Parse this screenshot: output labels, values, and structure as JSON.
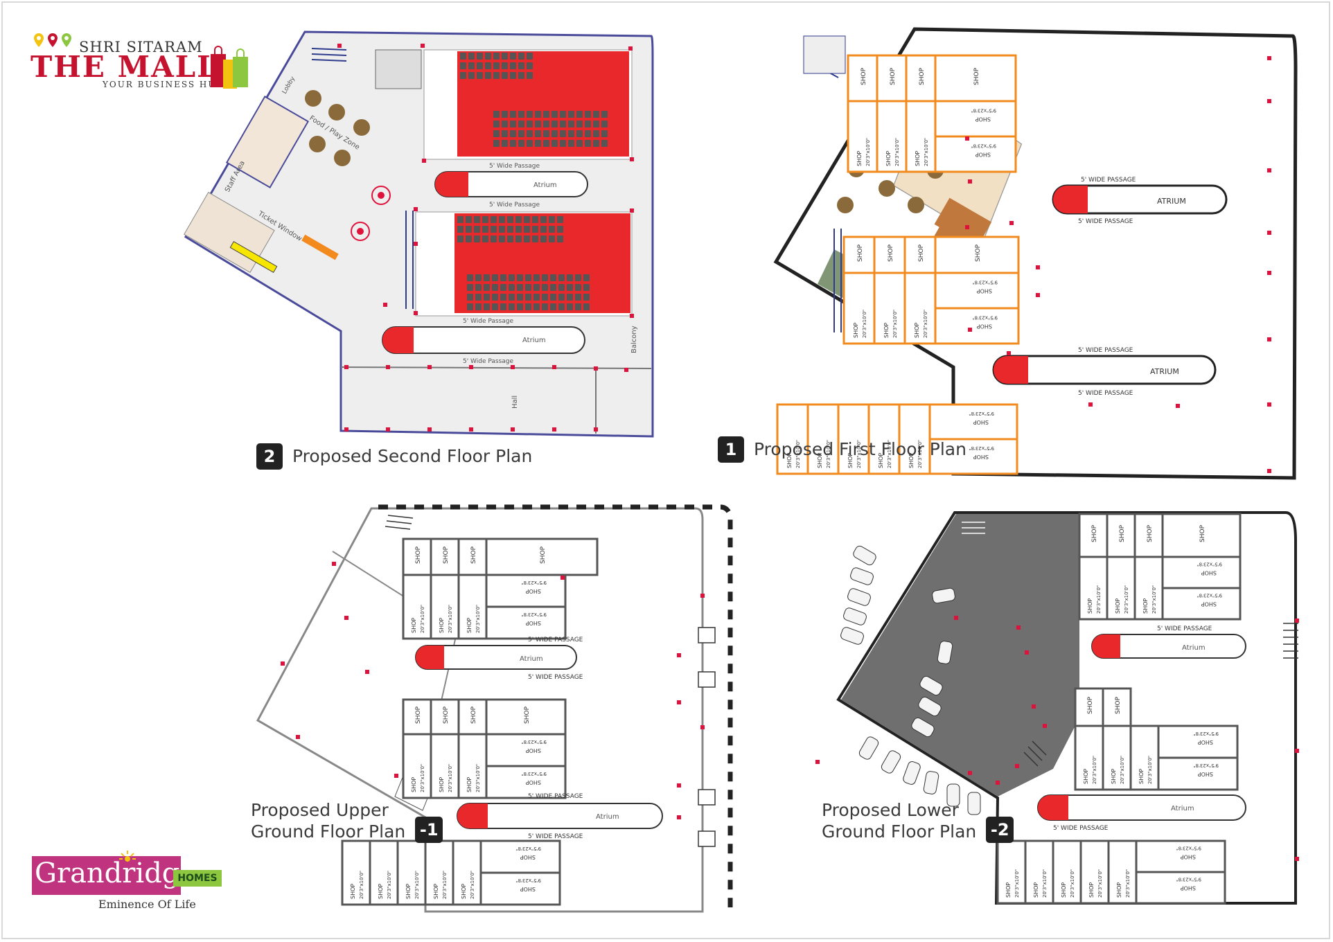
{
  "branding": {
    "mall_logo": {
      "subtitle": "SHRI SITARAM",
      "title": "THE MALL",
      "tagline": "YOUR BUSINESS HUB"
    },
    "developer_logo": {
      "name": "Grandridge",
      "suffix": "HOMES",
      "tagline": "Eminence Of Life"
    }
  },
  "plans": [
    {
      "id": "second-floor",
      "number": "2",
      "title": "Proposed Second Floor Plan"
    },
    {
      "id": "first-floor",
      "number": "1",
      "title": "Proposed First Floor Plan"
    },
    {
      "id": "upper-ground",
      "number": "-1",
      "title_line1": "Proposed Upper",
      "title_line2": "Ground Floor Plan"
    },
    {
      "id": "lower-ground",
      "number": "-2",
      "title_line1": "Proposed Lower",
      "title_line2": "Ground Floor Plan"
    }
  ],
  "labels": {
    "shop": "SHOP",
    "passage": "5' WIDE PASSAGE",
    "passage_alt": "5' Wide Passage",
    "atrium": "Atrium",
    "atrium_caps": "ATRIUM",
    "dim_small": "20'3\"x10'0\"",
    "dim_large": "9'5\"x23'8\"",
    "food_zone": "Food / Play Zone",
    "staff_area": "Staff Area",
    "ticket_window": "Ticket Window",
    "balcony": "Balcony",
    "hall": "Hall",
    "lobby": "Lobby"
  },
  "colors": {
    "brand_red": "#c4122f",
    "shop_orange": "#f28a1e",
    "cinema_red": "#e8282b",
    "stair_blue": "#2e3a8c",
    "dot_red": "#e0123b",
    "parking_grey": "#6f6f6f"
  }
}
